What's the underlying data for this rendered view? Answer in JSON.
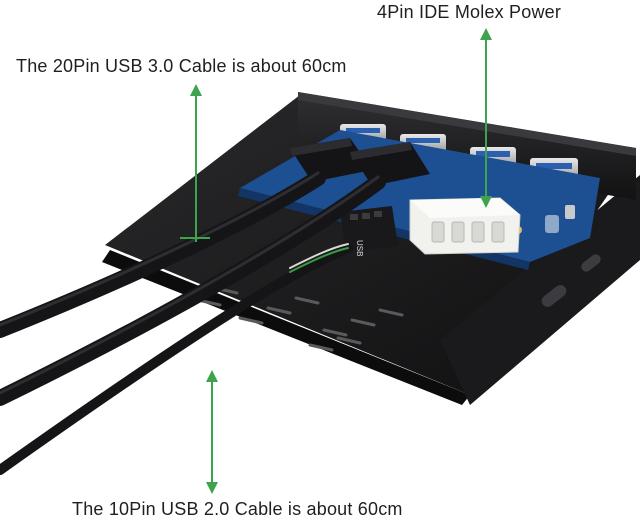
{
  "annotations": {
    "molex_power": "4Pin IDE Molex Power",
    "usb3_cable": "The 20Pin USB 3.0 Cable is about 60cm",
    "usb2_cable": "The 10Pin USB 2.0 Cable is about 60cm"
  },
  "header_label": "USB",
  "colors": {
    "arrow": "#3fa34d",
    "bracket": "#1b1b1d",
    "pcb": "#1d4f93",
    "molex": "#f1f1ee",
    "cable": "#151517"
  },
  "icons": [
    "usb-port-icon",
    "molex-connector-icon",
    "usb-header-icon"
  ]
}
